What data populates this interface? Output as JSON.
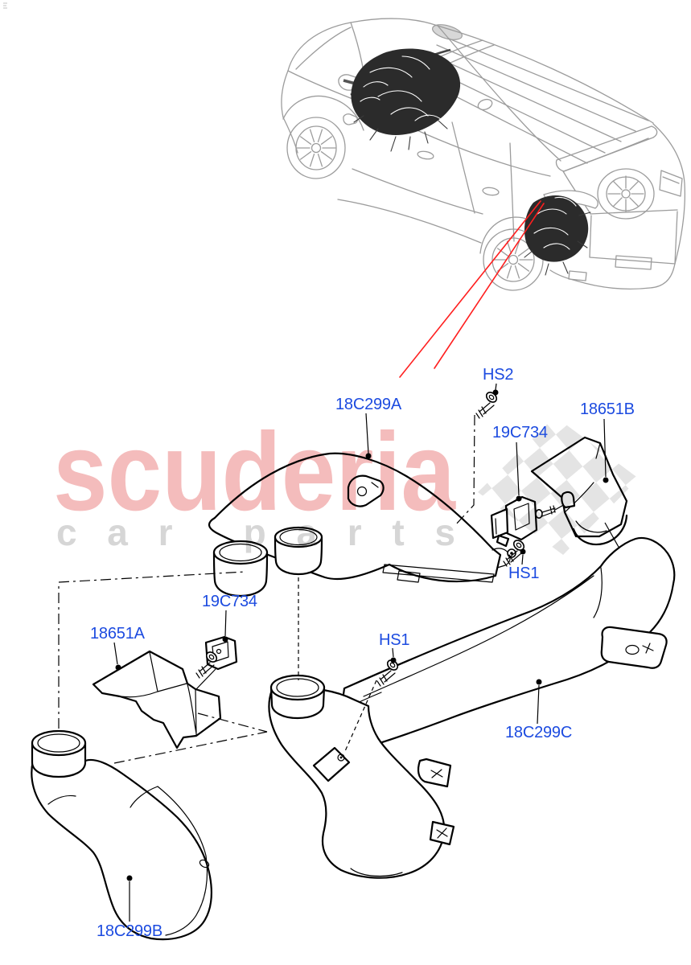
{
  "page": {
    "background_color": "#ffffff"
  },
  "watermark": {
    "brand": "scuderia",
    "tagline": "car parts",
    "brand_color": "#f4bcbc",
    "tagline_color": "#d6d6d6"
  },
  "diagram": {
    "label_color": "#1c4be0",
    "pointer_color": "#ff1f1f",
    "line_color": "#000000",
    "vehicle_line_color": "#9c9c9c",
    "part_labels": {
      "duct_a": "18C299A",
      "duct_b": "18C299B",
      "duct_c": "18C299C",
      "insulator_a": "18651A",
      "insulator_b": "18651B",
      "valve_upper": "19C734",
      "valve_lower": "19C734",
      "hs1_right": "HS1",
      "hs1_center": "HS1",
      "hs2": "HS2"
    }
  }
}
